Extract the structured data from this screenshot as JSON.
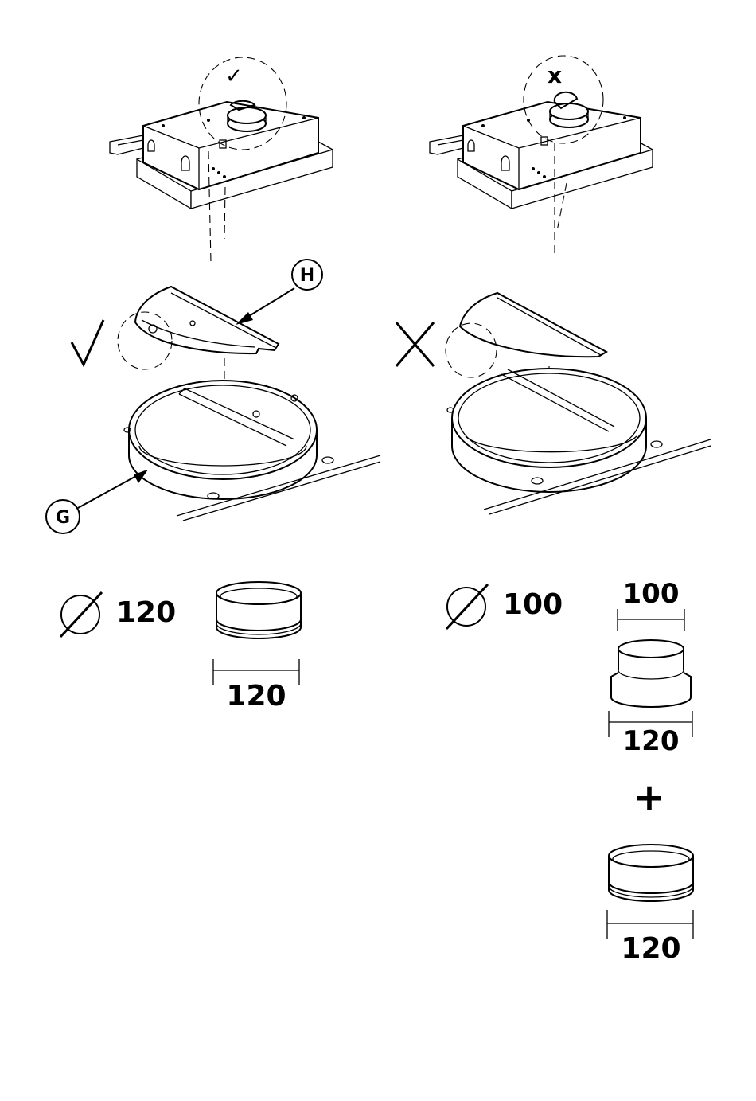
{
  "callouts": {
    "H": "H",
    "G": "G"
  },
  "marks": {
    "correct_small": "✓",
    "wrong_small": "x",
    "correct_large": "✓",
    "wrong_large": "X"
  },
  "left_option": {
    "diameter_symbol": "∅",
    "diameter_value": "120",
    "ring_width_label": "120"
  },
  "right_option": {
    "diameter_symbol": "∅",
    "diameter_value": "100",
    "reducer_top_label": "100",
    "reducer_bottom_label": "120",
    "plus_sign": "+",
    "ring_width_label": "120"
  }
}
